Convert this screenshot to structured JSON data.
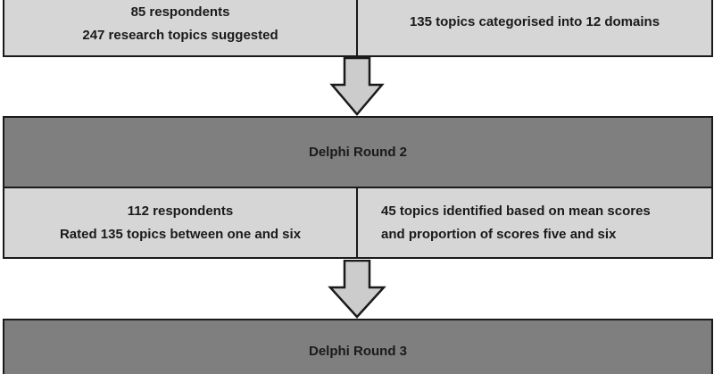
{
  "round1": {
    "left_lines": [
      "85 respondents",
      "247 research topics suggested"
    ],
    "right_lines": [
      "135 topics categorised into 12 domains"
    ]
  },
  "round2": {
    "title": "Delphi Round 2",
    "left_lines": [
      "112 respondents",
      "Rated 135 topics between one and six"
    ],
    "right_lines": [
      "45 topics identified based on mean scores",
      "and proportion of scores five and six"
    ]
  },
  "round3": {
    "title": "Delphi Round 3"
  },
  "colors": {
    "light_box": "#d6d6d6",
    "dark_box": "#7f7f7f",
    "arrow_fill": "#cccccc",
    "border": "#1a1a1a"
  }
}
